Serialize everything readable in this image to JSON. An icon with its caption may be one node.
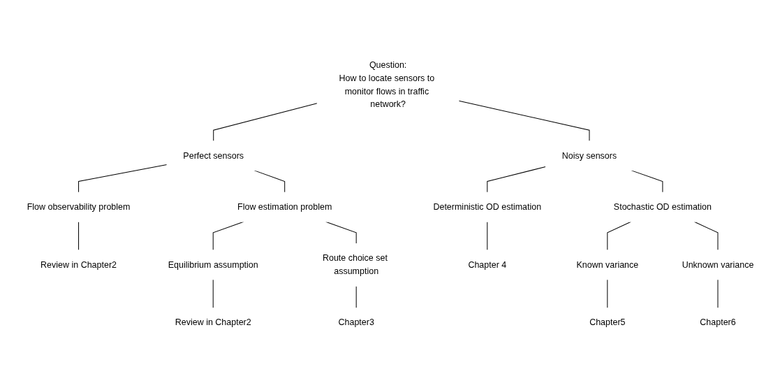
{
  "diagram": {
    "nodes": [
      {
        "text": [
          "Question:",
          "How to locate sensors to monitor flows in traffic network?"
        ]
      },
      {
        "text": [
          "Perfect sensors"
        ]
      },
      {
        "text": [
          "Noisy sensors"
        ]
      },
      {
        "text": [
          "Flow observability problem"
        ]
      },
      {
        "text": [
          "Flow estimation problem"
        ]
      },
      {
        "text": [
          "Deterministic OD estimation"
        ]
      },
      {
        "text": [
          "Stochastic OD estimation"
        ]
      },
      {
        "text": [
          "Review in Chapter2"
        ]
      },
      {
        "text": [
          "Equilibrium assumption"
        ]
      },
      {
        "text": [
          "Route choice set assumption"
        ]
      },
      {
        "text": [
          "Chapter 4"
        ]
      },
      {
        "text": [
          "Known variance"
        ]
      },
      {
        "text": [
          "Unknown variance"
        ]
      },
      {
        "text": [
          "Review in Chapter2"
        ]
      },
      {
        "text": [
          "Chapter3"
        ]
      },
      {
        "text": [
          "Chapter5"
        ]
      },
      {
        "text": [
          "Chapter6"
        ]
      }
    ],
    "edges": [
      {
        "from": 0,
        "to": 1,
        "arrow": "none"
      },
      {
        "from": 0,
        "to": 2,
        "arrow": "none"
      },
      {
        "from": 1,
        "to": 3,
        "arrow": "none"
      },
      {
        "from": 1,
        "to": 4,
        "arrow": "none"
      },
      {
        "from": 2,
        "to": 5,
        "arrow": "none"
      },
      {
        "from": 2,
        "to": 6,
        "arrow": "none"
      },
      {
        "from": 3,
        "to": 7,
        "arrow": "none"
      },
      {
        "from": 4,
        "to": 8,
        "arrow": "none"
      },
      {
        "from": 4,
        "to": 9,
        "arrow": "none"
      },
      {
        "from": 5,
        "to": 10,
        "arrow": "none"
      },
      {
        "from": 6,
        "to": 11,
        "arrow": "none"
      },
      {
        "from": 6,
        "to": 12,
        "arrow": "none"
      },
      {
        "from": 8,
        "to": 13,
        "arrow": "none"
      },
      {
        "from": 9,
        "to": 14,
        "arrow": "none"
      },
      {
        "from": 11,
        "to": 15,
        "arrow": "none"
      },
      {
        "from": 12,
        "to": 16,
        "arrow": "none"
      }
    ]
  }
}
